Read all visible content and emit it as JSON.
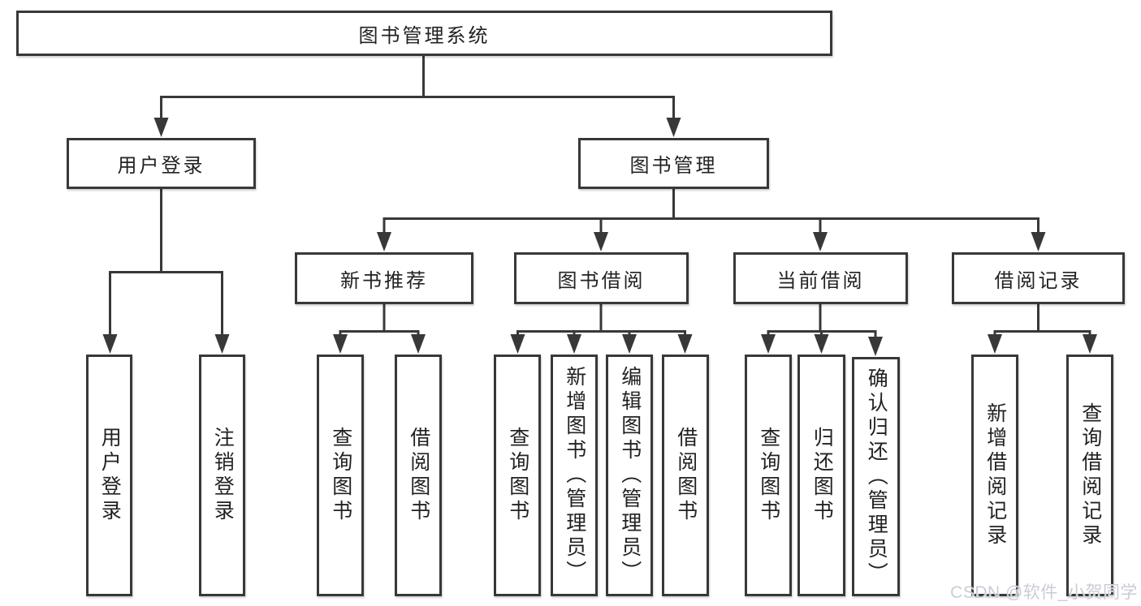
{
  "title": "图书管理系统",
  "tree": {
    "root": "图书管理系统",
    "children": [
      {
        "label": "用户登录",
        "children": [
          {
            "label": "用户登录"
          },
          {
            "label": "注销登录"
          }
        ]
      },
      {
        "label": "图书管理",
        "children": [
          {
            "label": "新书推荐",
            "children": [
              {
                "label": "查询图书"
              },
              {
                "label": "借阅图书"
              }
            ]
          },
          {
            "label": "图书借阅",
            "children": [
              {
                "label": "查询图书"
              },
              {
                "label": "新增图书（管理员）"
              },
              {
                "label": "编辑图书（管理员）"
              },
              {
                "label": "借阅图书"
              }
            ]
          },
          {
            "label": "当前借阅",
            "children": [
              {
                "label": "查询图书"
              },
              {
                "label": "归还图书"
              },
              {
                "label": "确认归还（管理员）"
              }
            ]
          },
          {
            "label": "借阅记录",
            "children": [
              {
                "label": "新增借阅记录"
              },
              {
                "label": "查询借阅记录"
              }
            ]
          }
        ]
      }
    ]
  },
  "watermark": {
    "text": "CSDN @软件_小贺同学"
  },
  "colors": {
    "line": "#383838",
    "box_border": "#383838",
    "box_fill": "#ffffff",
    "text": "#222222",
    "watermark_text": "#c9cdd4",
    "background": "#ffffff"
  }
}
